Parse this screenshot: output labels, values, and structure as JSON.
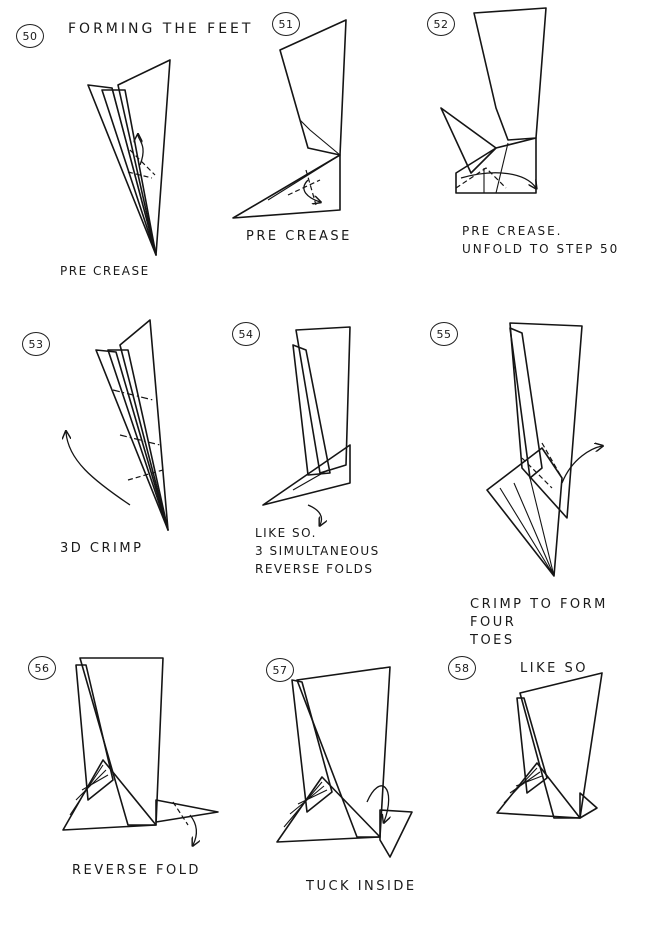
{
  "title": "FORMING THE FEET",
  "colors": {
    "ink": "#151515",
    "paper_light": "#d9d9d9",
    "paper_mid": "#a9a9a9",
    "paper_dark": "#6e6e6e"
  },
  "steps": [
    {
      "number": "50",
      "caption": "PRE CREASE"
    },
    {
      "number": "51",
      "caption": "PRE CREASE"
    },
    {
      "number": "52",
      "caption": "PRE CREASE.\nUNFOLD TO STEP 50"
    },
    {
      "number": "53",
      "caption": "3D CRIMP"
    },
    {
      "number": "54",
      "caption": "LIKE SO.\n3 SIMULTANEOUS\nREVERSE FOLDS"
    },
    {
      "number": "55",
      "caption": "CRIMP TO FORM FOUR\nTOES"
    },
    {
      "number": "56",
      "caption": "REVERSE FOLD"
    },
    {
      "number": "57",
      "caption": "TUCK INSIDE"
    },
    {
      "number": "58",
      "caption": "LIKE SO"
    }
  ]
}
